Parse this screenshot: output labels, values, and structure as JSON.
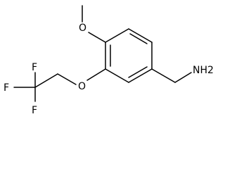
{
  "structure": {
    "atoms": {
      "o_methoxy": "O",
      "o_ether": "O",
      "f_left": "F",
      "f_top": "F",
      "f_bottom": "F",
      "nh2": "NH2"
    }
  }
}
